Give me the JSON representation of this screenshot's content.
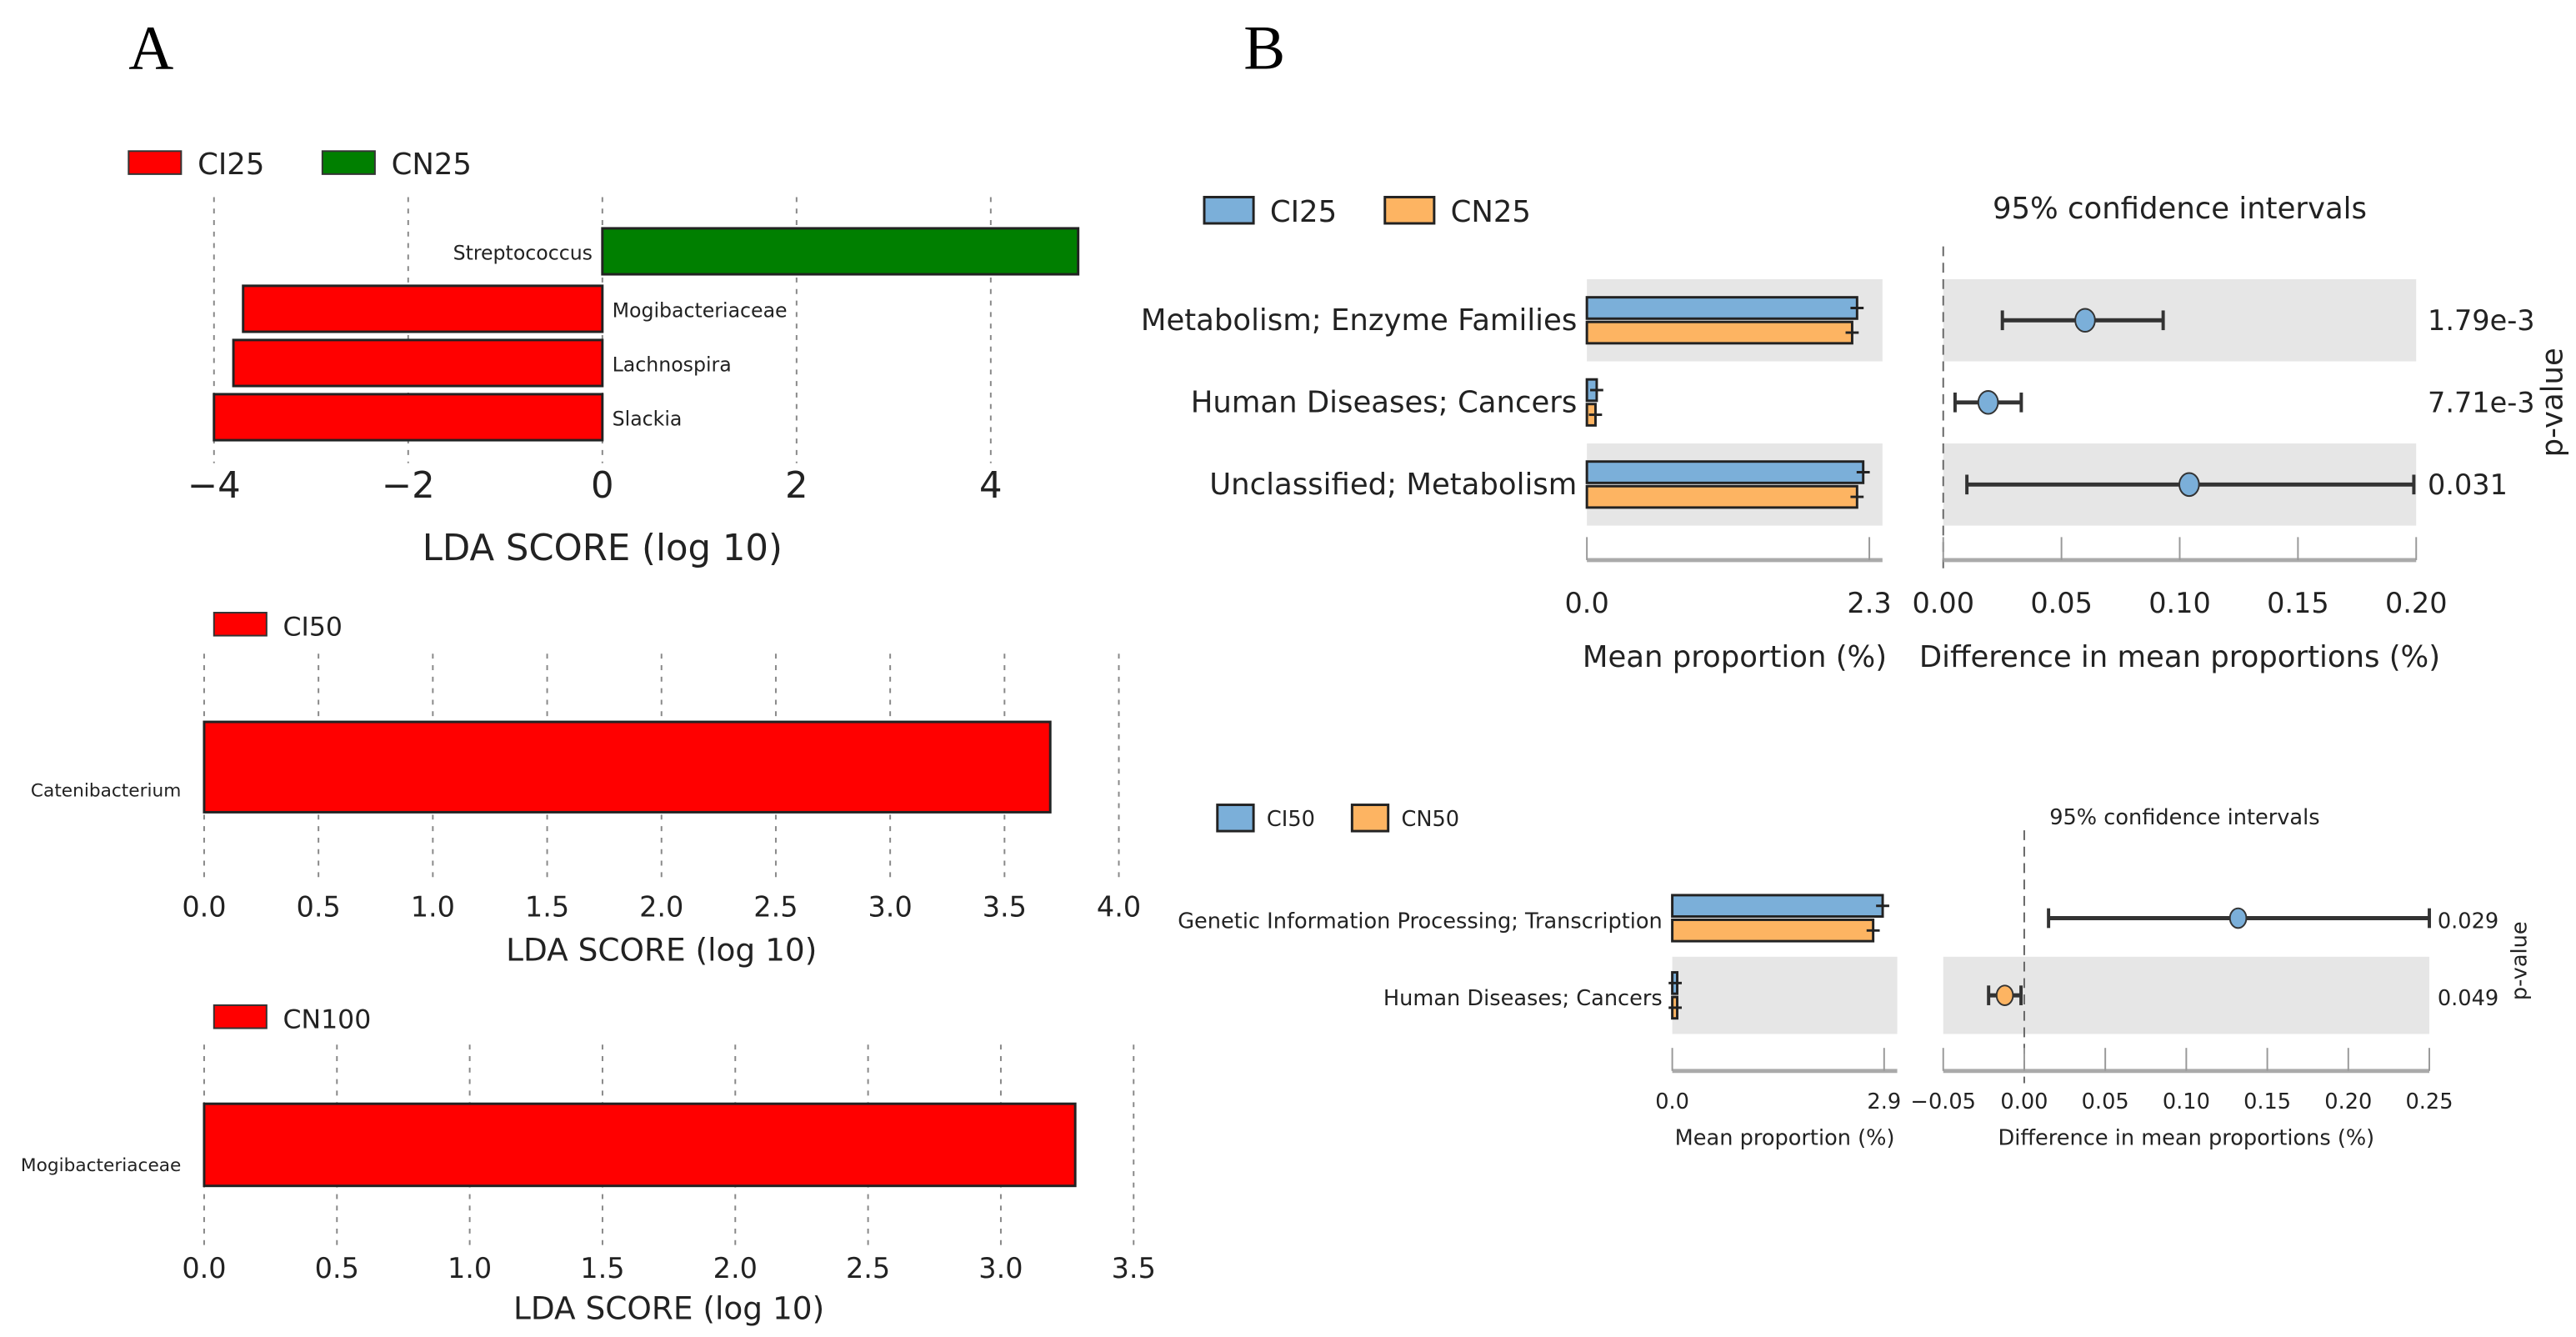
{
  "panel_labels": [
    "A",
    "B"
  ],
  "colors": {
    "red": "#ff0000",
    "green": "#007f00",
    "blue": "#7bafd9",
    "orange": "#fdb462",
    "shade": "#e6e6e6"
  },
  "chart_data": [
    {
      "type": "bar",
      "orientation": "horizontal",
      "panel": "A",
      "legend": [
        "CI25",
        "CN25"
      ],
      "legend_colors": [
        "#ff0000",
        "#007f00"
      ],
      "categories": [
        "Streptococcus",
        "Mogibacteriaceae",
        "Lachnospira",
        "Slackia"
      ],
      "values": [
        4.9,
        -3.7,
        -3.8,
        -4.0
      ],
      "bar_colors": [
        "#007f00",
        "#ff0000",
        "#ff0000",
        "#ff0000"
      ],
      "xlabel": "LDA SCORE (log 10)",
      "xlim": [
        -4,
        4.9
      ],
      "xticks": [
        "-4",
        "-2",
        "0",
        "2",
        "4"
      ],
      "grid": true,
      "legend_position": "top-left"
    },
    {
      "type": "bar",
      "orientation": "horizontal",
      "panel": "A",
      "legend": [
        "CI50"
      ],
      "legend_colors": [
        "#ff0000"
      ],
      "categories": [
        "Catenibacterium"
      ],
      "values": [
        3.7
      ],
      "bar_colors": [
        "#ff0000"
      ],
      "xlabel": "LDA SCORE (log 10)",
      "xlim": [
        0,
        4.0
      ],
      "xticks": [
        "0.0",
        "0.5",
        "1.0",
        "1.5",
        "2.0",
        "2.5",
        "3.0",
        "3.5",
        "4.0"
      ],
      "grid": true,
      "legend_position": "top-left"
    },
    {
      "type": "bar",
      "orientation": "horizontal",
      "panel": "A",
      "legend": [
        "CN100"
      ],
      "legend_colors": [
        "#ff0000"
      ],
      "categories": [
        "Mogibacteriaceae"
      ],
      "values": [
        3.28
      ],
      "bar_colors": [
        "#ff0000"
      ],
      "xlabel": "LDA SCORE (log 10)",
      "xlim": [
        0,
        3.5
      ],
      "xticks": [
        "0.0",
        "0.5",
        "1.0",
        "1.5",
        "2.0",
        "2.5",
        "3.0",
        "3.5"
      ],
      "grid": true,
      "legend_position": "top-left"
    },
    {
      "type": "extended_error_bar",
      "panel": "B",
      "legend": [
        "CI25",
        "CN25"
      ],
      "categories": [
        "Metabolism; Enzyme Families",
        "Human Diseases; Cancers",
        "Unclassified; Metabolism"
      ],
      "mean_proportion": {
        "CI25": [
          2.2,
          0.08,
          2.25
        ],
        "CN25": [
          2.16,
          0.07,
          2.2
        ]
      },
      "mean_xlabel": "Mean proportion (%)",
      "mean_xlim": [
        0.0,
        2.3
      ],
      "mean_xticks": [
        "0.0",
        "2.3"
      ],
      "ci_title": "95% confidence intervals",
      "difference": [
        0.06,
        0.019,
        0.104
      ],
      "ci_low": [
        0.025,
        0.005,
        0.01
      ],
      "ci_high": [
        0.093,
        0.033,
        0.199
      ],
      "point_colors": [
        "#7bafd9",
        "#7bafd9",
        "#7bafd9"
      ],
      "diff_xlabel": "Difference in mean proportions (%)",
      "diff_xlim": [
        0.0,
        0.2
      ],
      "diff_xticks": [
        "0.00",
        "0.05",
        "0.10",
        "0.15",
        "0.20"
      ],
      "p_values": [
        "1.79e-3",
        "7.71e-3",
        "0.031"
      ],
      "p_label": "p-value"
    },
    {
      "type": "extended_error_bar",
      "panel": "B",
      "legend": [
        "CI50",
        "CN50"
      ],
      "categories": [
        "Genetic Information Processing; Transcription",
        "Human Diseases; Cancers"
      ],
      "mean_proportion": {
        "CI50": [
          2.88,
          0.04
        ],
        "CN50": [
          2.75,
          0.04
        ]
      },
      "mean_xlabel": "Mean proportion (%)",
      "mean_xlim": [
        0.0,
        2.9
      ],
      "mean_xticks": [
        "0.0",
        "2.9"
      ],
      "ci_title": "95% confidence intervals",
      "difference": [
        0.132,
        -0.012
      ],
      "ci_low": [
        0.015,
        -0.022
      ],
      "ci_high": [
        0.25,
        -0.002
      ],
      "point_colors": [
        "#7bafd9",
        "#fdb462"
      ],
      "diff_xlabel": "Difference in mean proportions (%)",
      "diff_xlim": [
        -0.05,
        0.25
      ],
      "diff_xticks": [
        "-0.05",
        "0.00",
        "0.05",
        "0.10",
        "0.15",
        "0.20",
        "0.25"
      ],
      "p_values": [
        "0.029",
        "0.049"
      ],
      "p_label": "p-value"
    }
  ]
}
